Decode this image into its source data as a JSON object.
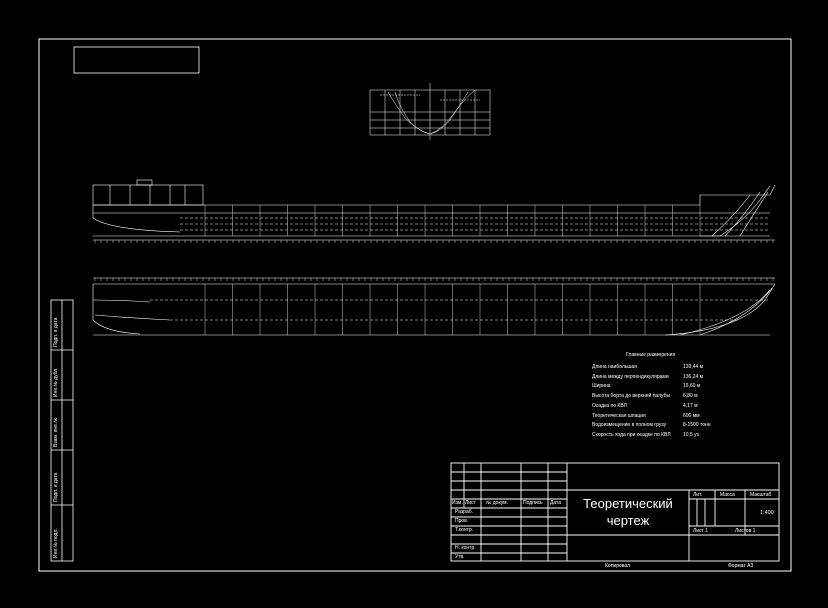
{
  "main_particulars": {
    "title": "Главные размерения",
    "rows": [
      {
        "label": "Длина наибольшая",
        "value": "139,44 м"
      },
      {
        "label": "Длина между перпендикулярами",
        "value": "136,24 м"
      },
      {
        "label": "Ширина",
        "value": "16,60 м"
      },
      {
        "label": "Высота борта до верхней палубы",
        "value": "6,80 м"
      },
      {
        "label": "Осадка по КВЛ",
        "value": "4,17 м"
      },
      {
        "label": "Теоретическая шпация",
        "value": "600 мм"
      },
      {
        "label": "Водоизмещение в полном грузу",
        "value": "8-1500 тонн"
      },
      {
        "label": "Скорость хода при осадке по КВЛ",
        "value": "10,5 уз"
      }
    ]
  },
  "title_block": {
    "drawing_title": "Теоретический чертеж",
    "col_headers": [
      "Изм.",
      "Лист",
      "№ докум.",
      "Подпись",
      "Дата"
    ],
    "roles": [
      "Разраб.",
      "Пров.",
      "Т.контр.",
      "",
      "Н. контр.",
      "Утв."
    ],
    "lit_label": "Лит.",
    "mass_label": "Масса",
    "scale_label": "Масштаб",
    "scale_value": "1:400",
    "sheet_label": "Лист 1",
    "sheets_label": "Листов 1",
    "copied_label": "Копировал",
    "format_label": "Формат А3"
  },
  "side_stamp": [
    "Инв.№ подл.",
    "Подп. и дата",
    "Взам. инв.№",
    "Инв.№ дубл.",
    "Подп. и дата"
  ]
}
